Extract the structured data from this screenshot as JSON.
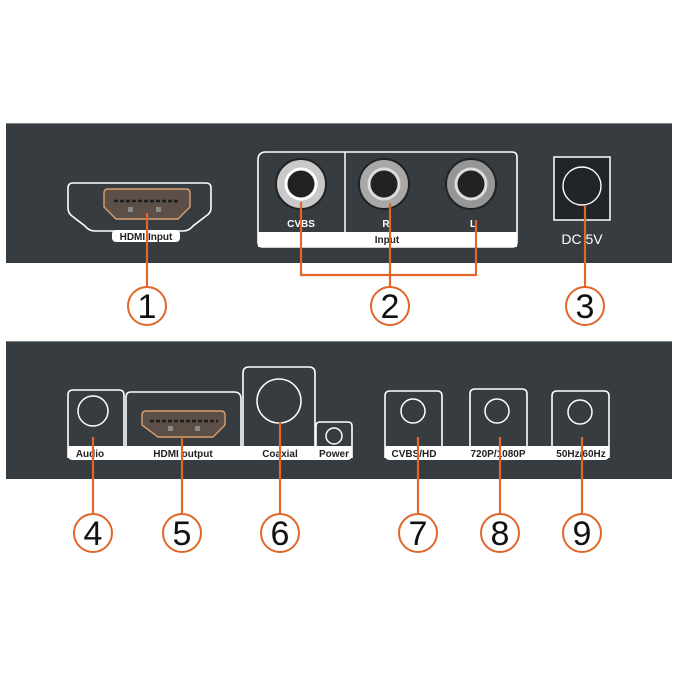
{
  "colors": {
    "panel": "#363c3f",
    "callout": "#e0662a",
    "outline": "#ffffff"
  },
  "top_panel": {
    "hdmi_input": {
      "label": "HDMI Input",
      "callout": "1"
    },
    "av_input": {
      "jacks": [
        "CVBS",
        "R",
        "L"
      ],
      "group_label": "Input",
      "callout": "2"
    },
    "dc_power": {
      "label": "DC 5V",
      "callout": "3"
    }
  },
  "bottom_panel": {
    "audio": {
      "label": "Audio",
      "callout": "4"
    },
    "hdmi_output": {
      "label": "HDMI output",
      "callout": "5"
    },
    "coaxial": {
      "label": "Coaxial",
      "callout": "6"
    },
    "power": {
      "label": "Power"
    },
    "cvbs_hd": {
      "label": "CVBS/HD",
      "callout": "7"
    },
    "resolution": {
      "label": "720P/1080P",
      "callout": "8"
    },
    "frequency": {
      "label": "50Hz/60Hz",
      "callout": "9"
    }
  }
}
